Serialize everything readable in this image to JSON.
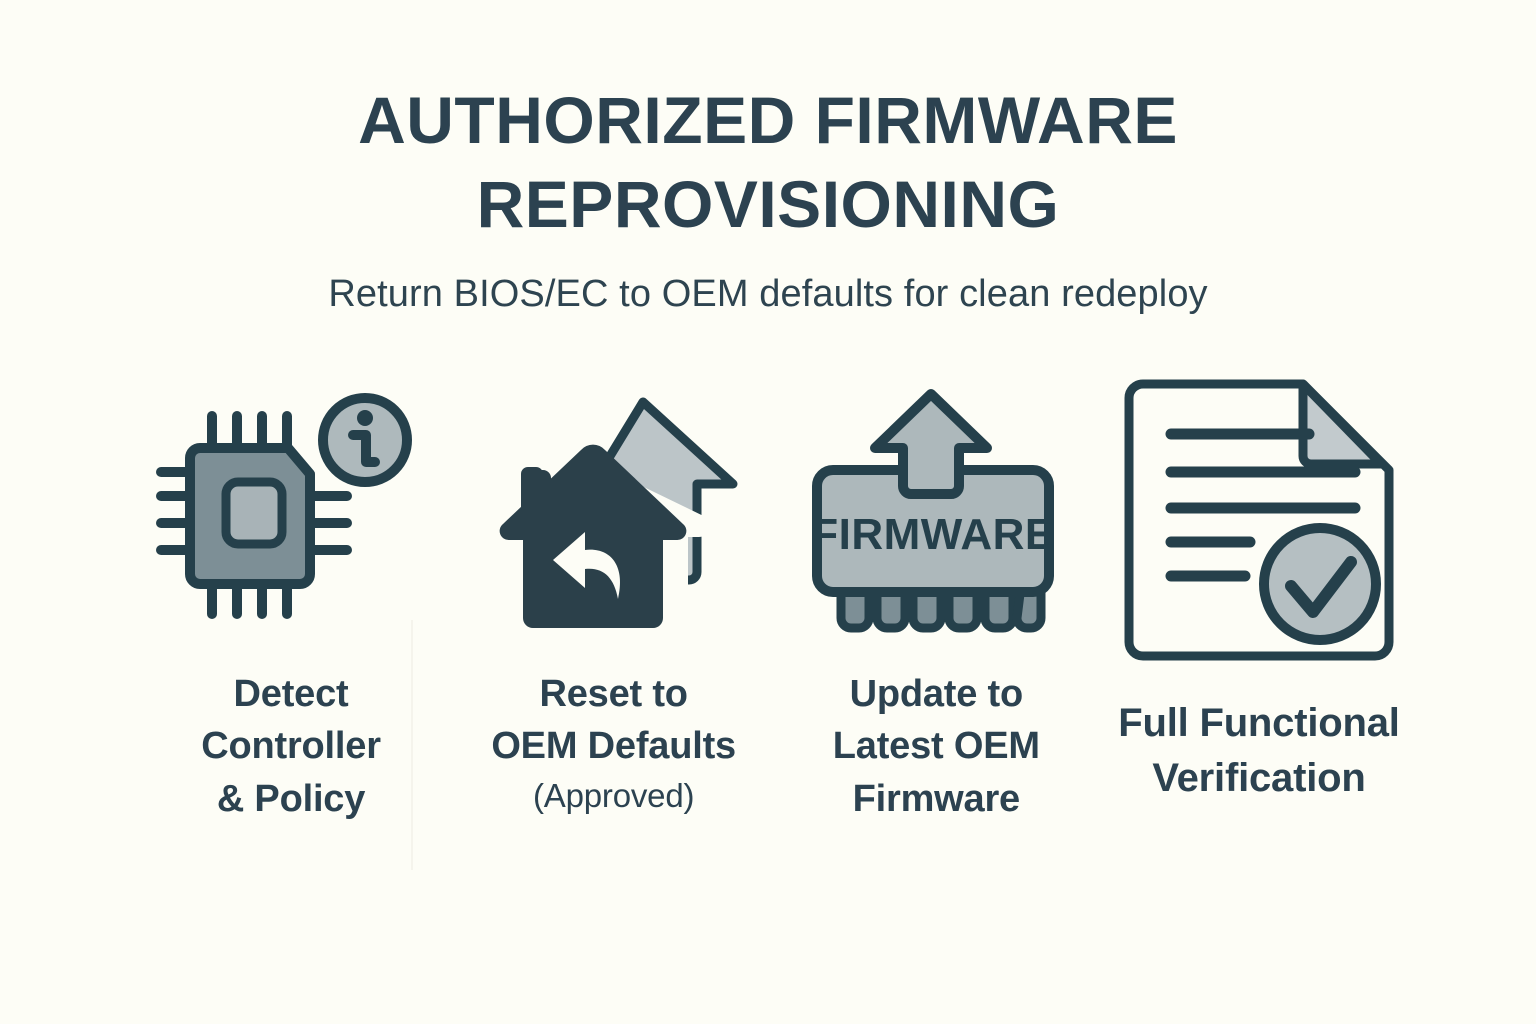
{
  "header": {
    "title": "AUTHORIZED FIRMWARE REPROVISIONING",
    "subtitle": "Return BIOS/EC to OEM defaults for clean redeploy"
  },
  "colors": {
    "background": "#fdfdf6",
    "ink": "#2c4250",
    "outline": "#25404b",
    "mid_gray": "#7d8f96",
    "light_gray": "#adb8bb",
    "pale_gray": "#c2cacd",
    "divider": "#f5f4ec"
  },
  "steps": [
    {
      "index": 1,
      "icon": "chip-info-icon",
      "label_line1": "Detect",
      "label_line2": "Controller",
      "label_line3": "& Policy",
      "label_sub": ""
    },
    {
      "index": 2,
      "icon": "home-reset-arrow-icon",
      "label_line1": "Reset to",
      "label_line2": "OEM Defaults",
      "label_line3": "",
      "label_sub": "(Approved)"
    },
    {
      "index": 3,
      "icon": "firmware-module-upload-icon",
      "label_line1": "Update to",
      "label_line2": "Latest OEM",
      "label_line3": "Firmware",
      "label_sub": "",
      "module_text": "FIRMWARE"
    },
    {
      "index": 4,
      "icon": "document-check-icon",
      "label_line1": "Full Functional",
      "label_line2": "Verification",
      "label_line3": "",
      "label_sub": ""
    }
  ]
}
